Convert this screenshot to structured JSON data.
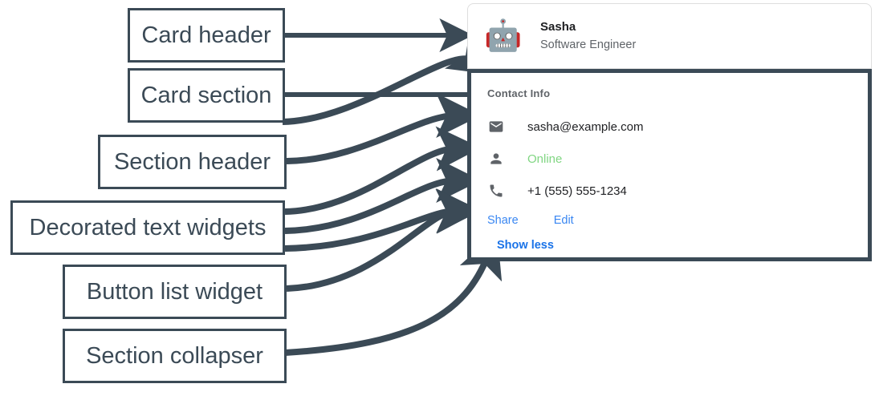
{
  "annotations": [
    {
      "id": "card-header",
      "label": "Card header"
    },
    {
      "id": "card-section",
      "label": "Card section"
    },
    {
      "id": "section-header",
      "label": "Section header"
    },
    {
      "id": "decorated-text",
      "label": "Decorated text widgets"
    },
    {
      "id": "button-list",
      "label": "Button list widget"
    },
    {
      "id": "section-collapser",
      "label": "Section collapser"
    }
  ],
  "card": {
    "header": {
      "avatar_icon": "robot-avatar-icon",
      "avatar_glyph": "🤖",
      "title": "Sasha",
      "subtitle": "Software Engineer"
    },
    "section": {
      "header": "Contact Info",
      "rows": [
        {
          "icon": "email-icon",
          "text": "sasha@example.com",
          "status": false
        },
        {
          "icon": "person-icon",
          "text": "Online",
          "status": true
        },
        {
          "icon": "phone-icon",
          "text": "+1 (555) 555-1234",
          "status": false
        }
      ],
      "buttons": [
        {
          "label": "Share"
        },
        {
          "label": "Edit"
        }
      ],
      "collapser": "Show less"
    }
  },
  "colors": {
    "annotation": "#3b4a56",
    "link": "#3a87f2",
    "collapser_link": "#1a73e8",
    "status_green": "#81d683",
    "muted_text": "#5f6368",
    "primary_text": "#202124",
    "card_border": "#dedede"
  }
}
